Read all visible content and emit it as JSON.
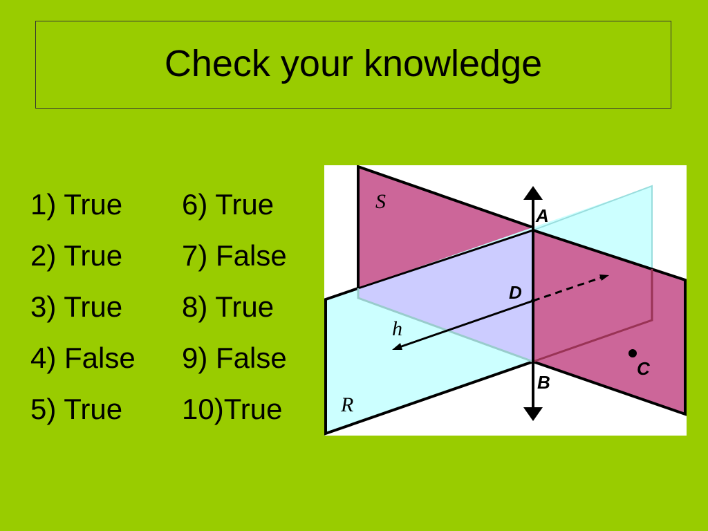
{
  "slide": {
    "title": "Check your knowledge",
    "background_color": "#99cc00"
  },
  "answers": [
    {
      "text": "1) True"
    },
    {
      "text": "2) True"
    },
    {
      "text": "3) True"
    },
    {
      "text": "4) False"
    },
    {
      "text": "5) True"
    },
    {
      "text": "6) True"
    },
    {
      "text": "7) False"
    },
    {
      "text": "8) True"
    },
    {
      "text": "9) False"
    },
    {
      "text": "10)True"
    }
  ],
  "figure": {
    "plane_s_label": "S",
    "plane_r_label": "R",
    "line_h_label": "h",
    "point_a_label": "A",
    "point_b_label": "B",
    "point_c_label": "C",
    "point_d_label": "D",
    "plane_s_color": "#cc6699",
    "plane_r_color": "#ccffff",
    "overlap_color": "#ccccff"
  }
}
